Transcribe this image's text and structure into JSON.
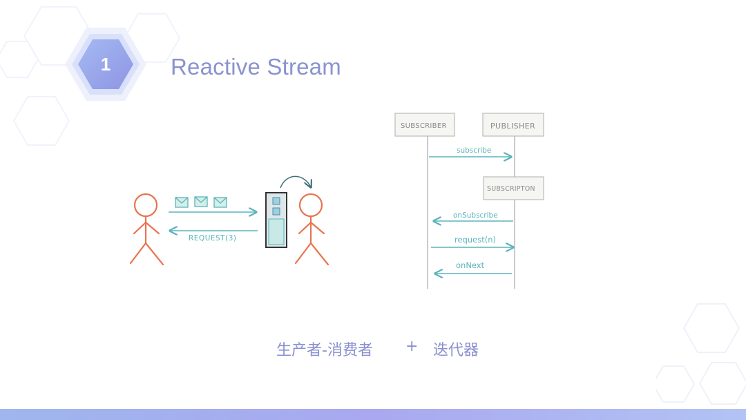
{
  "slide": {
    "number": "1",
    "title": "Reactive Stream"
  },
  "left_diagram": {
    "request_label": "REQUEST(3)",
    "message_count": 3
  },
  "sequence_diagram": {
    "participants": {
      "subscriber": "SUBSCRIBER",
      "publisher": "PUBLISHER",
      "subscription": "SUBSCRIPTON"
    },
    "messages": {
      "subscribe": "subscribe",
      "on_subscribe": "onSubscribe",
      "request": "request(n)",
      "on_next": "onNext"
    }
  },
  "caption": {
    "left": "生产者-消费者",
    "plus": "+",
    "right": "迭代器"
  },
  "colors": {
    "accent": "#8a92cf",
    "actor": "#e8734f",
    "arrow": "#5ab3bd",
    "bottom_bar": "#a9b6f0"
  }
}
